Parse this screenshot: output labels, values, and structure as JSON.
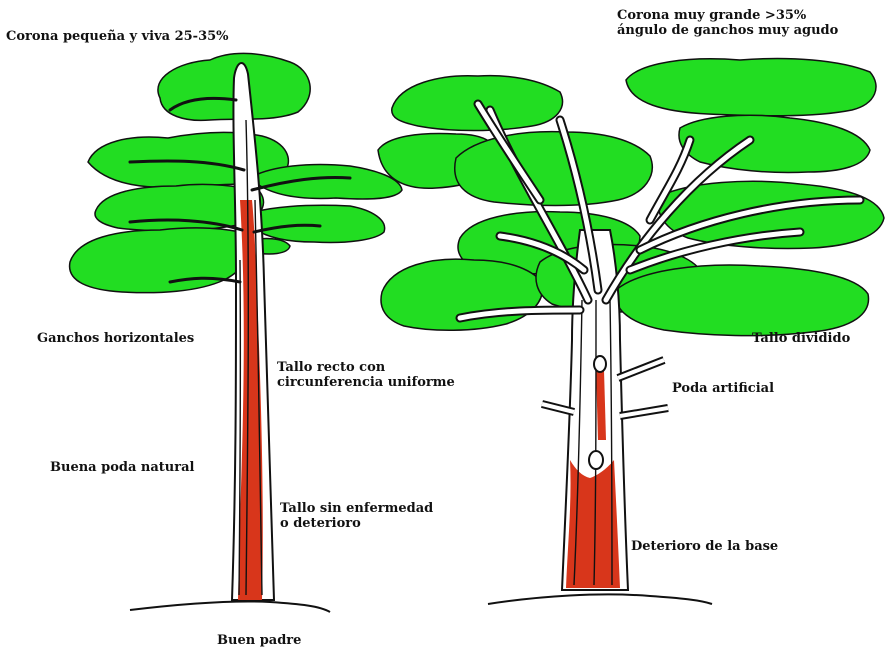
{
  "colors": {
    "foliage": "#22dd22",
    "foliage_outline": "#111111",
    "trunk_fill": "#ffffff",
    "trunk_stroke": "#111111",
    "trunk_red": "#d8361b",
    "background": "#ffffff",
    "text": "#111111"
  },
  "left_tree": {
    "crown_label": "Corona pequeña y viva 25-35%",
    "branches_label": "Ganchos horizontales",
    "stem_label_line1": "Tallo recto con",
    "stem_label_line2": "circunferencia uniforme",
    "pruning_label": "Buena poda natural",
    "health_label_line1": "Tallo sin enfermedad",
    "health_label_line2": "o deterioro",
    "caption": "Buen padre"
  },
  "right_tree": {
    "crown_label_line1": "Corona muy grande >35%",
    "crown_label_line2": "ángulo de ganchos muy agudo",
    "stem_label": "Tallo dividido",
    "pruning_label": "Poda artificial",
    "base_label": "Deterioro de la base"
  }
}
